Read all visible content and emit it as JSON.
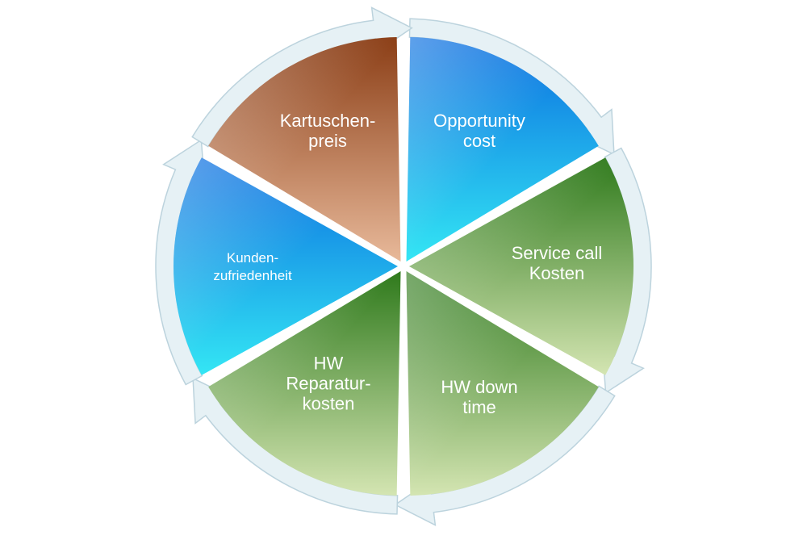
{
  "diagram": {
    "segments": [
      {
        "id": "opportunity",
        "lines": [
          "Opportunity",
          "cost"
        ],
        "color_top": "#0a6ee0",
        "color_bottom": "#34e6f4"
      },
      {
        "id": "service",
        "lines": [
          "Service call",
          "Kosten"
        ],
        "color_top": "#2f7a1c",
        "color_bottom": "#d4e5b2"
      },
      {
        "id": "downtime",
        "lines": [
          "HW down",
          "time"
        ],
        "color_top": "#2f7a1c",
        "color_bottom": "#d4e5b2"
      },
      {
        "id": "reparatur",
        "lines": [
          "HW",
          "Reparatur-",
          "kosten"
        ],
        "color_top": "#2f7a1c",
        "color_bottom": "#d4e5b2"
      },
      {
        "id": "kunden",
        "lines": [
          "Kunden-",
          "zufriedenheit"
        ],
        "color_top": "#0a6ee0",
        "color_bottom": "#34e6f4"
      },
      {
        "id": "kartuschen",
        "lines": [
          "Kartuschen-",
          "preis"
        ],
        "color_top": "#8b3e16",
        "color_bottom": "#e8b99a"
      }
    ],
    "arrow_color": "#e6f1f5",
    "arrow_stroke": "#bcd3dd"
  }
}
